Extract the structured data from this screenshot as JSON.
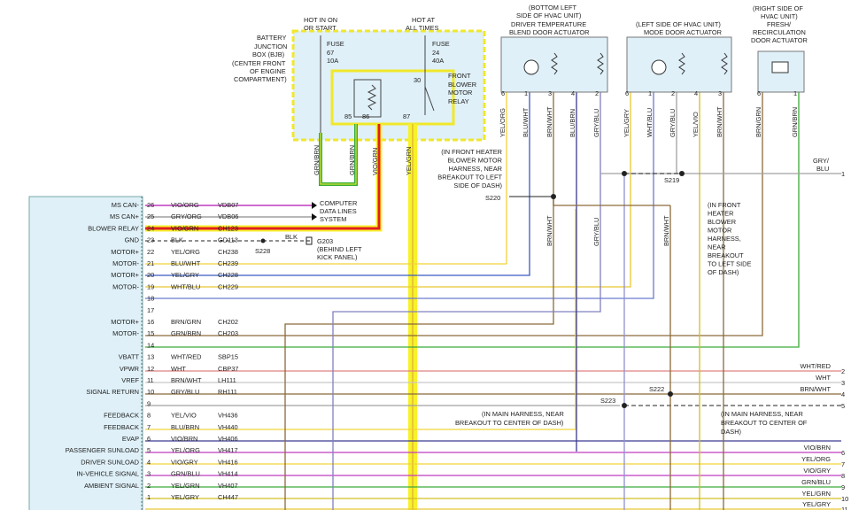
{
  "module": {
    "pins": [
      {
        "pin": "26",
        "label": "MS CAN-",
        "color": "VIO/ORG",
        "circuit": "VDB07"
      },
      {
        "pin": "25",
        "label": "MS CAN+",
        "color": "GRY/ORG",
        "circuit": "VDB06"
      },
      {
        "pin": "24",
        "label": "BLOWER RELAY",
        "color": "VIO/GRN",
        "circuit": "CH123"
      },
      {
        "pin": "23",
        "label": "GND",
        "color": "BLK",
        "circuit": "GD113"
      },
      {
        "pin": "22",
        "label": "MOTOR+",
        "color": "YEL/ORG",
        "circuit": "CH238"
      },
      {
        "pin": "21",
        "label": "MOTOR-",
        "color": "BLU/WHT",
        "circuit": "CH239"
      },
      {
        "pin": "20",
        "label": "MOTOR+",
        "color": "YEL/GRY",
        "circuit": "CH228"
      },
      {
        "pin": "19",
        "label": "MOTOR-",
        "color": "WHT/BLU",
        "circuit": "CH229"
      },
      {
        "pin": "18",
        "label": "",
        "color": "",
        "circuit": ""
      },
      {
        "pin": "17",
        "label": "",
        "color": "",
        "circuit": ""
      },
      {
        "pin": "16",
        "label": "MOTOR+",
        "color": "BRN/GRN",
        "circuit": "CH202"
      },
      {
        "pin": "15",
        "label": "MOTOR-",
        "color": "GRN/BRN",
        "circuit": "CH203"
      },
      {
        "pin": "14",
        "label": "",
        "color": "",
        "circuit": ""
      },
      {
        "pin": "13",
        "label": "VBATT",
        "color": "WHT/RED",
        "circuit": "SBP15"
      },
      {
        "pin": "12",
        "label": "VPWR",
        "color": "WHT",
        "circuit": "CBP37"
      },
      {
        "pin": "11",
        "label": "VREF",
        "color": "BRN/WHT",
        "circuit": "LH111"
      },
      {
        "pin": "10",
        "label": "SIGNAL RETURN",
        "color": "GRY/BLU",
        "circuit": "RH111"
      },
      {
        "pin": "9",
        "label": "",
        "color": "",
        "circuit": ""
      },
      {
        "pin": "8",
        "label": "FEEDBACK",
        "color": "YEL/VIO",
        "circuit": "VH436"
      },
      {
        "pin": "7",
        "label": "FEEDBACK",
        "color": "BLU/BRN",
        "circuit": "VH440"
      },
      {
        "pin": "6",
        "label": "EVAP",
        "color": "VIO/BRN",
        "circuit": "VH406"
      },
      {
        "pin": "5",
        "label": "PASSENGER SUNLOAD",
        "color": "YEL/ORG",
        "circuit": "VH417"
      },
      {
        "pin": "4",
        "label": "DRIVER SUNLOAD",
        "color": "VIO/GRY",
        "circuit": "VH416"
      },
      {
        "pin": "3",
        "label": "GRN/BLU",
        "color": "GRN/BLU",
        "circuit": "VH414",
        "label_override": "IN-VEHICLE SIGNAL"
      },
      {
        "pin": "2",
        "label": "AMBIENT SIGNAL",
        "color": "YEL/GRN",
        "circuit": "VH407"
      },
      {
        "pin": "1",
        "label": "",
        "color": "YEL/GRY",
        "circuit": "CH447"
      }
    ]
  },
  "right_labels": [
    {
      "text": "WHT/RED",
      "num": "2"
    },
    {
      "text": "WHT",
      "num": "3"
    },
    {
      "text": "BRN/WHT",
      "num": "4"
    },
    {
      "text": "",
      "num": "5"
    },
    {
      "text": "VIO/BRN",
      "num": "6"
    },
    {
      "text": "YEL/ORG",
      "num": "7"
    },
    {
      "text": "VIO/GRY",
      "num": "8"
    },
    {
      "text": "GRN/BLU",
      "num": "9"
    },
    {
      "text": "YEL/GRN",
      "num": "10"
    },
    {
      "text": "YEL/GRY",
      "num": "11"
    }
  ],
  "right_top": {
    "text1": "GRY/",
    "text2": "BLU",
    "num": "1"
  },
  "power": {
    "hot_on_start_1": "HOT IN ON",
    "hot_on_start_2": "OR START",
    "hot_all_1": "HOT AT",
    "hot_all_2": "ALL TIMES",
    "bjb": [
      "BATTERY",
      "JUNCTION",
      "BOX (BJB)",
      "(CENTER FRONT",
      "OF ENGINE",
      "COMPARTMENT)"
    ],
    "fuse1": [
      "FUSE",
      "67",
      "10A"
    ],
    "fuse2": [
      "FUSE",
      "24",
      "40A"
    ],
    "relay": [
      "FRONT",
      "BLOWER",
      "MOTOR",
      "RELAY"
    ],
    "pin30": "30",
    "pin85": "85",
    "pin86": "86",
    "pin87": "87"
  },
  "wire_labels": {
    "grn_brn_1": "GRN/BRN",
    "grn_brn_2": "GRN/BRN",
    "vio_grn": "VIO/GRN",
    "yel_grn": "YEL/GRN",
    "blk": "BLK",
    "g203": "G203",
    "behind_left": "(BEHIND LEFT",
    "kick_panel": "KICK PANEL)",
    "s228": "S228",
    "computer": [
      "COMPUTER",
      "DATA LINES",
      "SYSTEM"
    ]
  },
  "actuators": {
    "blend": [
      "(BOTTOM LEFT",
      "SIDE OF HVAC UNIT)",
      "DRIVER TEMPERATURE",
      "BLEND DOOR ACTUATOR"
    ],
    "blend_pins": [
      "6",
      "1",
      "3",
      "4",
      "2"
    ],
    "blend_wires": [
      "YEL/ORG",
      "BLU/WHT",
      "BRN/WHT",
      "BLU/BRN",
      "GRY/BLU"
    ],
    "mode": [
      "(LEFT SIDE OF HVAC UNIT)",
      "MODE DOOR ACTUATOR"
    ],
    "mode_pins": [
      "6",
      "1",
      "2",
      "4",
      "3"
    ],
    "mode_wires": [
      "YEL/GRY",
      "WHT/BLU",
      "GRY/BLU",
      "YEL/VIO",
      "BRN/WHT"
    ],
    "fresh": [
      "(RIGHT SIDE OF",
      "HVAC UNIT)",
      "FRESH/",
      "RECIRCULATION",
      "DOOR ACTUATOR"
    ],
    "fresh_pins": [
      "6",
      "1"
    ],
    "fresh_wires": [
      "BRN/GRN",
      "GRN/BRN"
    ]
  },
  "splices": {
    "s220": "S220",
    "s219": "S219",
    "s222": "S222",
    "s223": "S223",
    "s220_note": [
      "(IN FRONT HEATER",
      "BLOWER MOTOR",
      "HARNESS, NEAR",
      "BREAKOUT TO LEFT",
      "SIDE OF DASH)"
    ],
    "s219_note": [
      "(IN FRONT",
      "HEATER",
      "BLOWER",
      "MOTOR",
      "HARNESS,",
      "NEAR",
      "BREAKOUT",
      "TO LEFT SIDE",
      "OF DASH)"
    ],
    "s223_note": [
      "(IN MAIN HARNESS, NEAR",
      "BREAKOUT TO CENTER OF DASH)"
    ],
    "s222_note": [
      "(IN MAIN HARNESS, NEAR",
      "BREAKOUT TO CENTER OF",
      "DASH)"
    ],
    "mid_wires": [
      "BRN/WHT",
      "GRY/BLU",
      "BRN/WHT"
    ]
  },
  "colors": {
    "vio": "#c03cc0",
    "gry": "#a0a0a0",
    "red": "#e02020",
    "yel": "#f2d33a",
    "blu": "#3a5bc0",
    "wht": "#c8c8c8",
    "brn": "#8a6a3a",
    "grn": "#3aaa3a",
    "org": "#e8a23a",
    "hilite": "#f7f22a",
    "box": "#dff0f8"
  }
}
